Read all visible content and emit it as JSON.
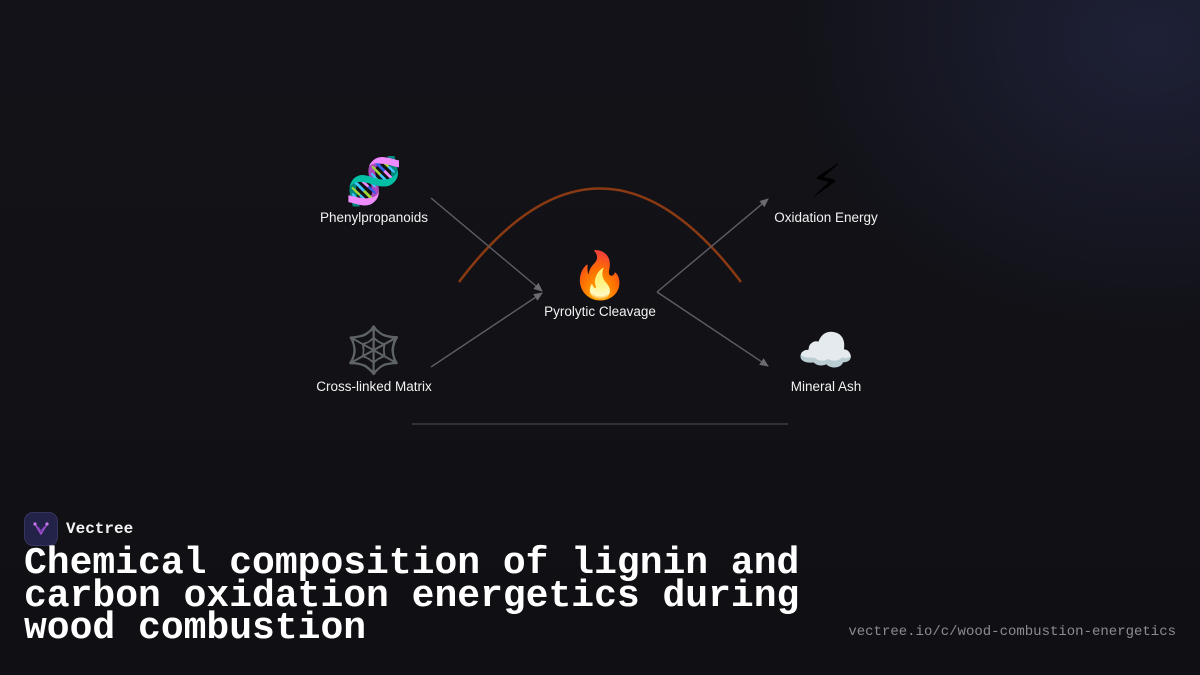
{
  "diagram": {
    "nodes": [
      {
        "id": "phenylpropanoids",
        "icon": "dna-icon",
        "glyph": "🧬",
        "label": "Phenylpropanoids"
      },
      {
        "id": "cross-linked-matrix",
        "icon": "web-icon",
        "glyph": "🕸️",
        "label": "Cross-linked Matrix"
      },
      {
        "id": "pyrolytic-cleavage",
        "icon": "fire-icon",
        "glyph": "🔥",
        "label": "Pyrolytic Cleavage"
      },
      {
        "id": "oxidation-energy",
        "icon": "lightning-icon",
        "glyph": "⚡",
        "label": "Oxidation Energy"
      },
      {
        "id": "mineral-ash",
        "icon": "cloud-icon",
        "glyph": "☁️",
        "label": "Mineral Ash"
      }
    ],
    "edges": [
      {
        "from": "phenylpropanoids",
        "to": "pyrolytic-cleavage"
      },
      {
        "from": "cross-linked-matrix",
        "to": "pyrolytic-cleavage"
      },
      {
        "from": "pyrolytic-cleavage",
        "to": "oxidation-energy"
      },
      {
        "from": "pyrolytic-cleavage",
        "to": "mineral-ash"
      }
    ],
    "colors": {
      "arc": "#8a3a12",
      "edge": "#5e5e64",
      "baseline": "#3a3a40"
    }
  },
  "brand": {
    "name": "Vectree",
    "logo_icon": "vectree-logo-icon",
    "logo_color": "#a04fd0"
  },
  "title": "Chemical composition of lignin and carbon oxidation energetics during wood combustion",
  "url": "vectree.io/c/wood-combustion-energetics"
}
